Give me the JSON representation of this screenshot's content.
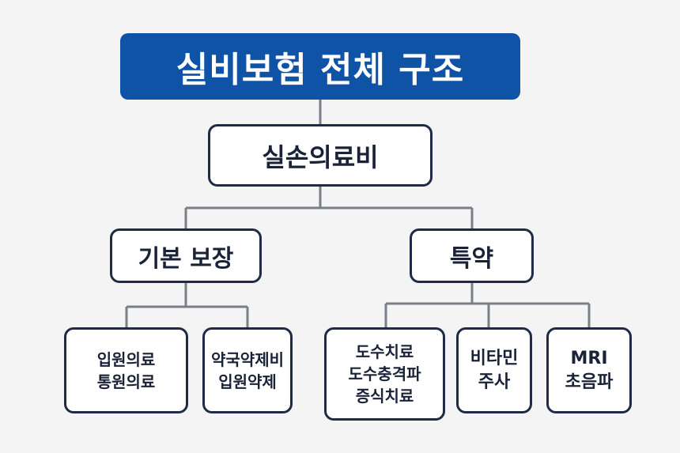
{
  "title": "실비보험 전체 구조",
  "root": "실손의료비",
  "branches": {
    "basic": {
      "label": "기본 보장",
      "leaves": [
        [
          "입원의료",
          "통원의료"
        ],
        [
          "약국약제비",
          "입원약제"
        ]
      ]
    },
    "special": {
      "label": "특약",
      "leaves": [
        [
          "도수치료",
          "도수충격파",
          "증식치료"
        ],
        [
          "비타민",
          "주사"
        ],
        [
          "MRI",
          "초음파"
        ]
      ]
    }
  },
  "colors": {
    "title_bg": "#0f53a6",
    "border": "#1f2a44",
    "connector": "#7a7f87",
    "background": "#f4f4f4"
  }
}
